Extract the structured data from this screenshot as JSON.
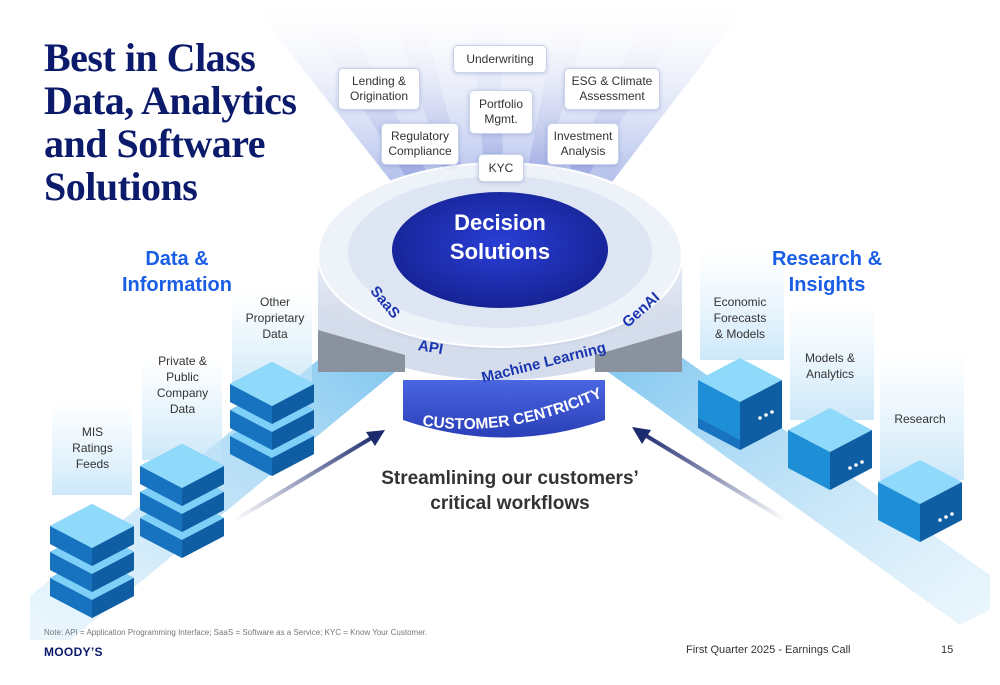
{
  "title": {
    "line1": "Best in Class",
    "line2": "Data, Analytics",
    "line3": "and Software",
    "line4": "Solutions"
  },
  "core": {
    "label": "Decision\nSolutions"
  },
  "ring_terms": {
    "saas": "SaaS",
    "api": "API",
    "ml": "Machine Learning",
    "genai": "GenAI"
  },
  "banner": "CUSTOMER CENTRICITY",
  "workflows": {
    "underwriting": "Underwriting",
    "lending": "Lending &\nOrigination",
    "esg": "ESG & Climate\nAssessment",
    "portfolio": "Portfolio\nMgmt.",
    "regulatory": "Regulatory\nCompliance",
    "investment": "Investment\nAnalysis",
    "kyc": "KYC"
  },
  "left_section": {
    "header": "Data &\nInformation",
    "items": [
      "MIS\nRatings\nFeeds",
      "Private &\nPublic\nCompany\nData",
      "Other\nProprietary\nData"
    ]
  },
  "right_section": {
    "header": "Research &\nInsights",
    "items": [
      "Economic\nForecasts\n& Models",
      "Models &\nAnalytics",
      "Research"
    ]
  },
  "tagline": "Streamlining our customers’\ncritical workflows",
  "note": "Note: API = Application Programming Interface; SaaS = Software as a Service; KYC = Know Your Customer.",
  "logo": "MOODY’S",
  "footer": "First Quarter 2025 - Earnings Call",
  "page_number": "15",
  "colors": {
    "navy": "#0b1a6b",
    "accent_blue": "#1a5ee6",
    "core_blue": "#1b2bb0",
    "db_blue": "#1e8fd6",
    "conveyor": "#cfe8f8"
  }
}
